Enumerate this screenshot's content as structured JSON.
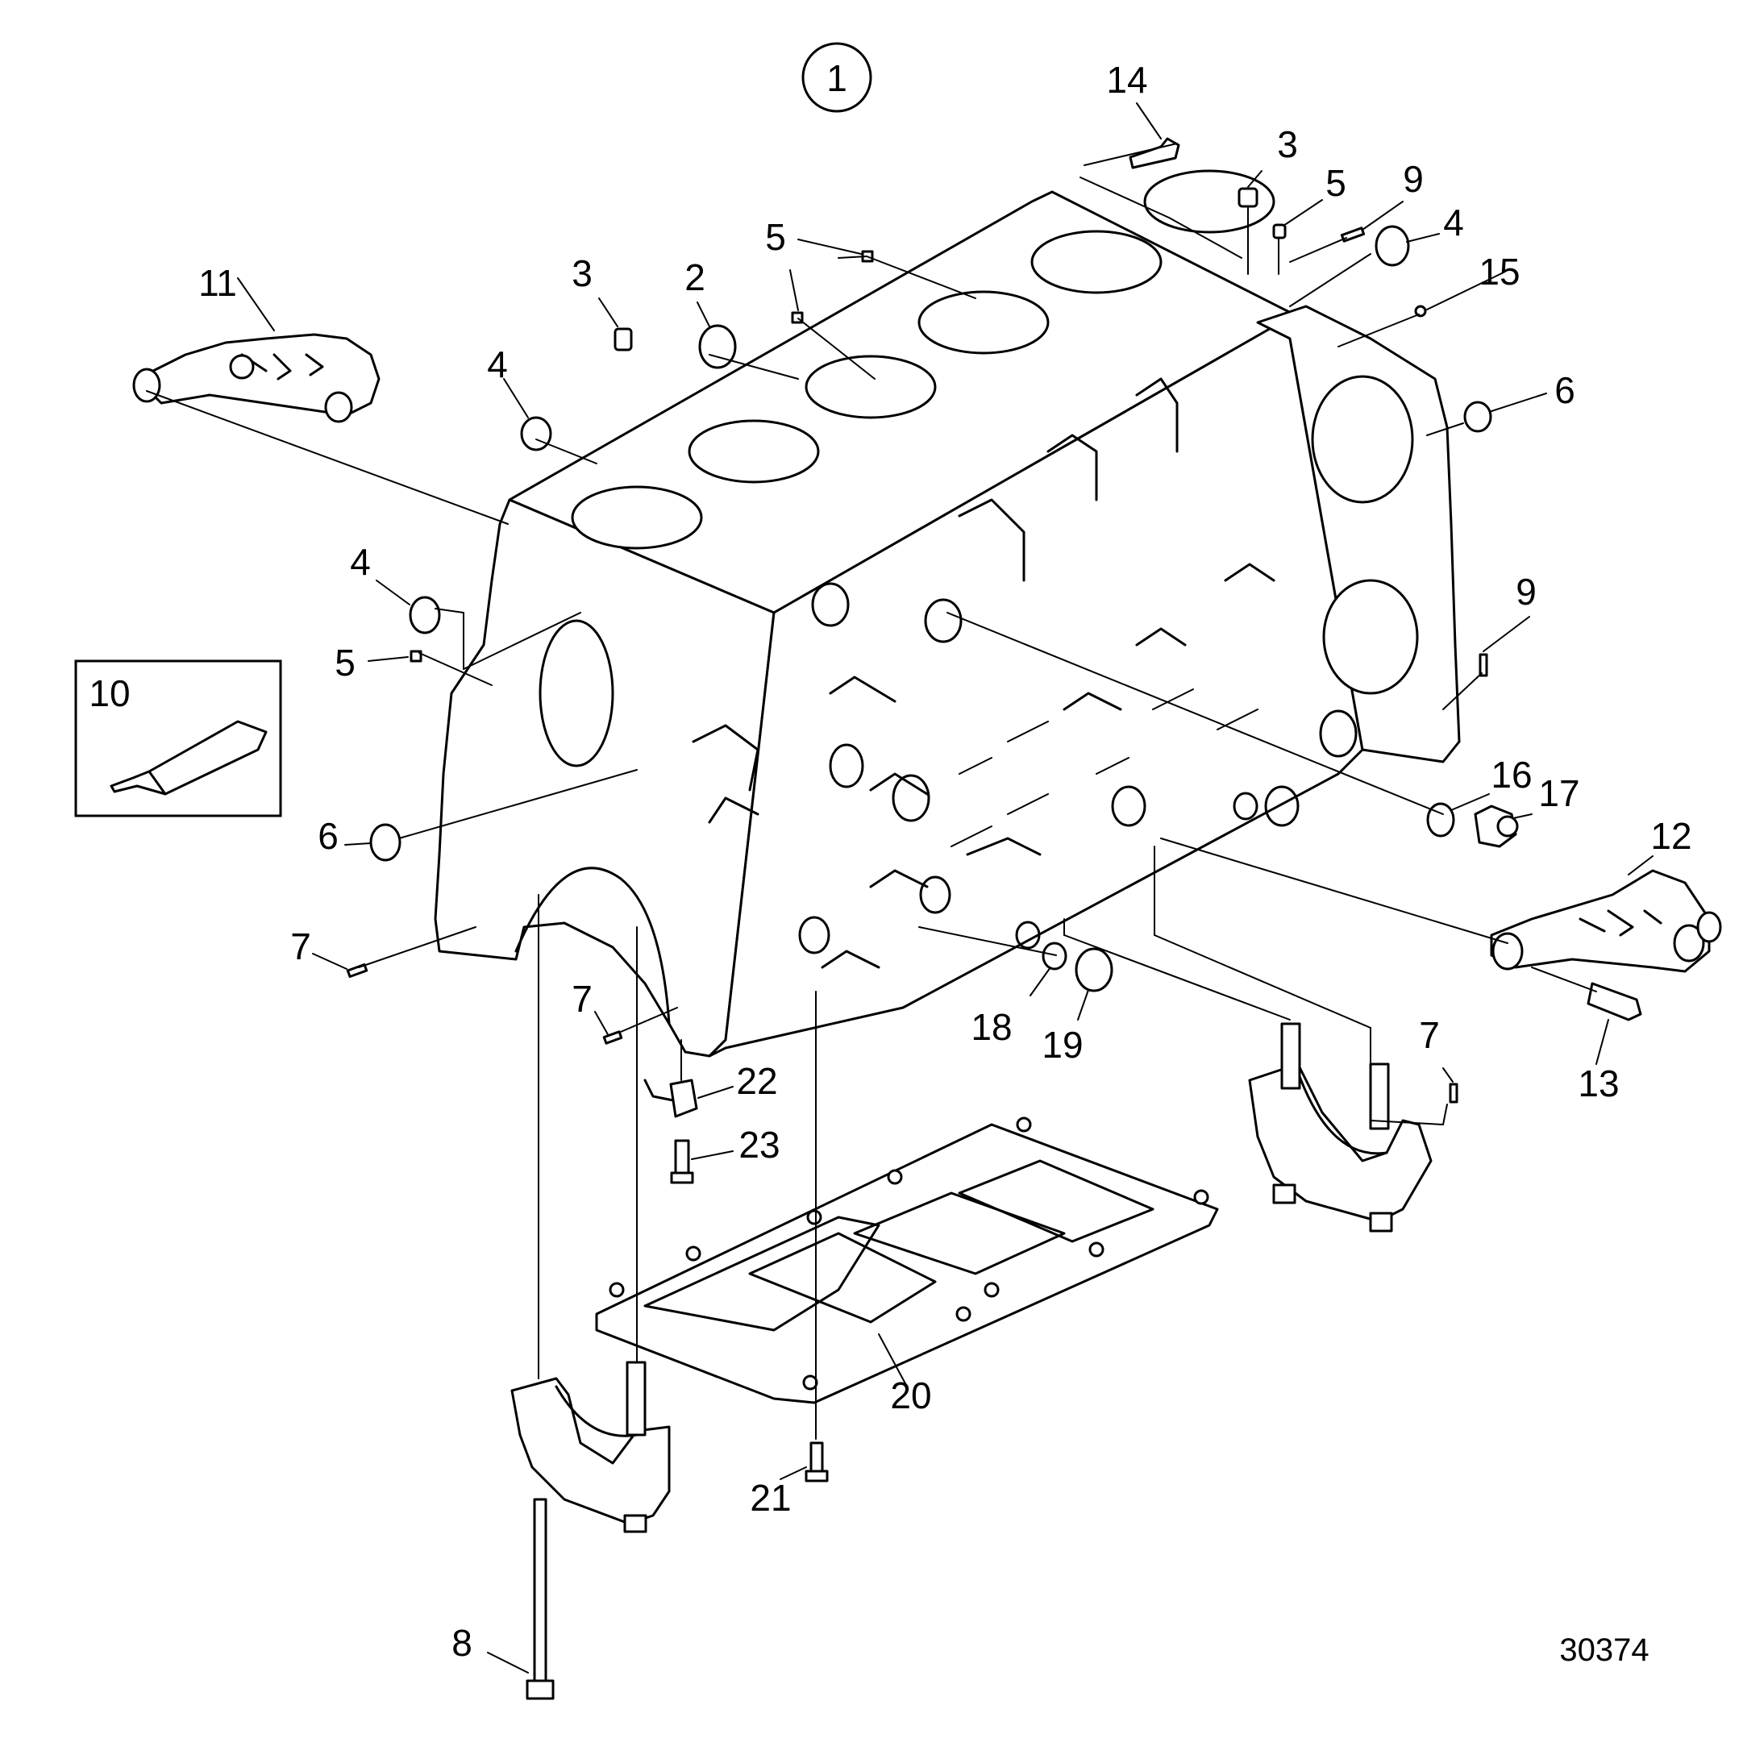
{
  "diagram_id": "1",
  "figure_number": "30374",
  "callouts": [
    "14",
    "3",
    "5",
    "9",
    "4",
    "15",
    "6",
    "11",
    "5",
    "3",
    "2",
    "4",
    "4",
    "5",
    "9",
    "10",
    "6",
    "16",
    "17",
    "12",
    "7",
    "18",
    "19",
    "13",
    "7",
    "22",
    "7",
    "23",
    "20",
    "21",
    "8"
  ],
  "colors": {
    "ink": "#000000",
    "background": "#ffffff"
  }
}
